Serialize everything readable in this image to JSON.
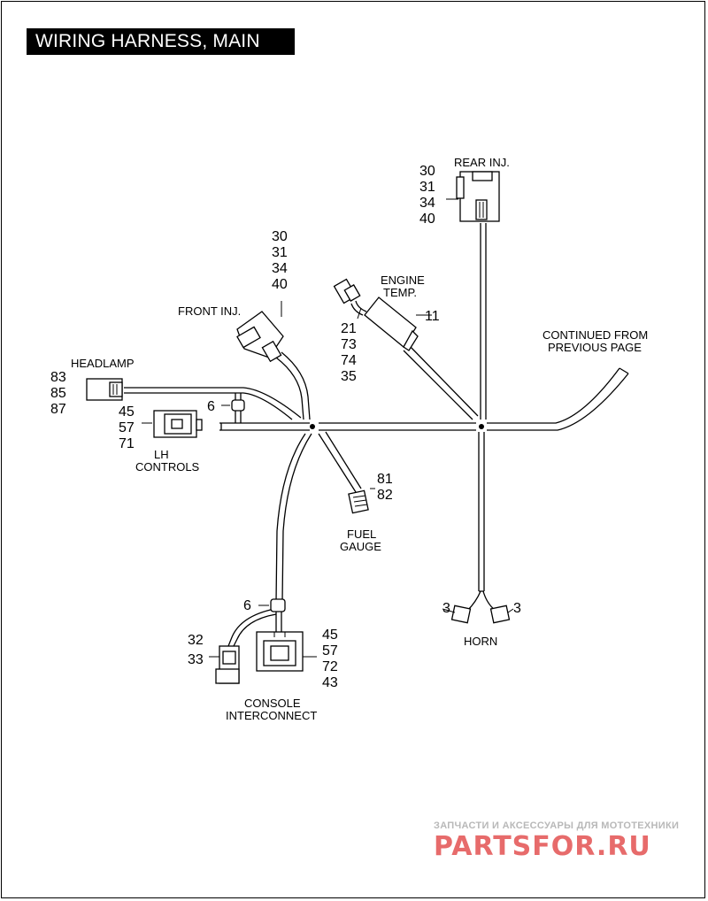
{
  "title": "WIRING HARNESS, MAIN",
  "labels": {
    "rear_inj": "REAR INJ.",
    "front_inj": "FRONT INJ.",
    "engine_temp_1": "ENGINE",
    "engine_temp_2": "TEMP.",
    "headlamp": "HEADLAMP",
    "lh_controls_1": "LH",
    "lh_controls_2": "CONTROLS",
    "continued_1": "CONTINUED FROM",
    "continued_2": "PREVIOUS PAGE",
    "fuel_gauge_1": "FUEL",
    "fuel_gauge_2": "GAUGE",
    "horn": "HORN",
    "console_1": "CONSOLE",
    "console_2": "INTERCONNECT"
  },
  "callouts": {
    "rear_inj": [
      "30",
      "31",
      "34",
      "40"
    ],
    "front_inj": [
      "30",
      "31",
      "34",
      "40"
    ],
    "engine_temp_left": [
      "21",
      "73",
      "74",
      "35"
    ],
    "engine_temp_right": "11",
    "headlamp": [
      "83",
      "85",
      "87"
    ],
    "lh_controls": [
      "45",
      "57",
      "71"
    ],
    "clip_upper": "6",
    "clip_lower": "6",
    "fuel_gauge": [
      "81",
      "82"
    ],
    "horn_left": "3",
    "horn_right": "3",
    "console_left": [
      "32",
      "33"
    ],
    "console_right": [
      "45",
      "57",
      "72",
      "43"
    ]
  },
  "watermark": {
    "tagline": "ЗАПЧАСТИ И АКСЕССУАРЫ ДЛЯ МОТОТЕХНИКИ",
    "logo": "PARTSFOR.RU"
  }
}
